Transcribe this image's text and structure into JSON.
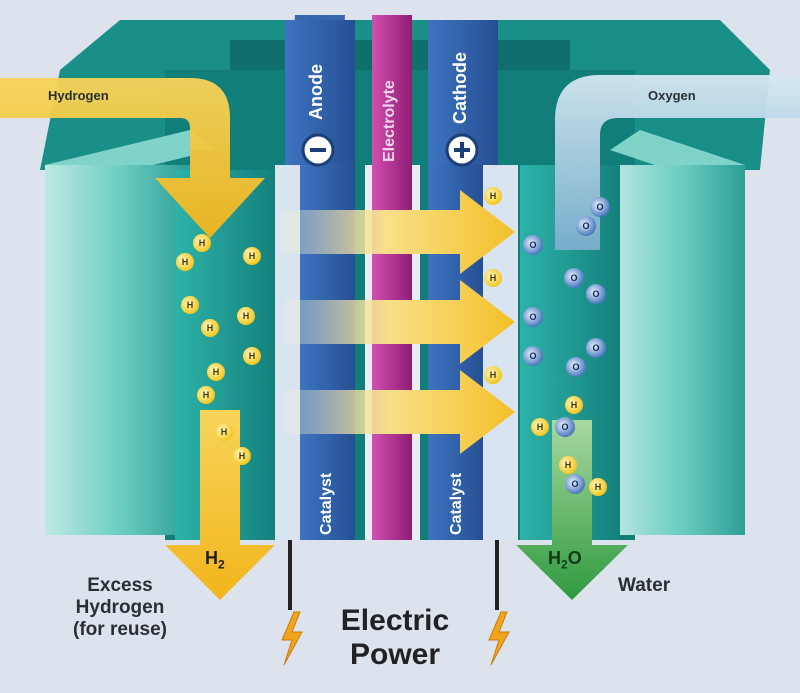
{
  "labels": {
    "hydrogen_in": "Hydrogen",
    "oxygen_in": "Oxygen",
    "anode": "Anode",
    "electrolyte": "Electrolyte",
    "cathode": "Cathode",
    "catalyst_left": "Catalyst",
    "catalyst_right": "Catalyst",
    "excess_line1": "Excess",
    "excess_line2": "Hydrogen",
    "excess_line3": "(for reuse)",
    "water": "Water",
    "power_line1": "Electric",
    "power_line2": "Power",
    "h2_main": "H",
    "h2_sub": "2",
    "h2o_main_a": "H",
    "h2o_sub": "2",
    "h2o_main_b": "O",
    "anode_sign": "−",
    "cathode_sign": "+"
  },
  "particles": {
    "hydrogen": "H",
    "oxygen": "O"
  },
  "colors": {
    "background": "#dde3ec",
    "teal_frame": "#1f9e97",
    "anode_blue": "#2f5ea8",
    "electrolyte_magenta": "#b0308f",
    "arrow_yellow": "#f5c530",
    "water_green": "#3aa84a",
    "oxygen_pipe": "#9fc4dc"
  },
  "icons": [
    "lightning-bolt-icon",
    "negative-terminal-icon",
    "positive-terminal-icon"
  ]
}
